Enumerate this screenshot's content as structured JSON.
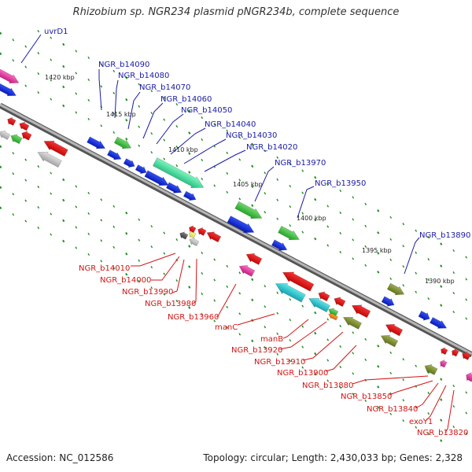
{
  "title": "Rhizobium sp. NGR234 plasmid pNGR234b, complete sequence",
  "footer": {
    "accession": "Accession: NC_012586",
    "topology": "Topology: circular; Length: 2,430,033 bp; Genes: 2,328"
  },
  "colors": {
    "backbone": "#8a8a8a",
    "label_upper": "#1a1aa6",
    "label_lower": "#d21414",
    "tick": "#1f8f1f"
  },
  "kbp_labels": [
    "1420 kbp",
    "1415 kbp",
    "1410 kbp",
    "1405 kbp",
    "1400 kbp",
    "1395 kbp",
    "1390 kbp"
  ],
  "upper_labels": [
    "uvrD1",
    "NGR_b14090",
    "NGR_b14080",
    "NGR_b14070",
    "NGR_b14060",
    "NGR_b14050",
    "NGR_b14040",
    "NGR_b14030",
    "NGR_b14020",
    "NGR_b13970",
    "NGR_b13950",
    "NGR_b13890"
  ],
  "lower_labels": [
    "NGR_b14010",
    "NGR_b14000",
    "NGR_b13990",
    "NGR_b13980",
    "NGR_b13960",
    "manC",
    "manB",
    "NGR_b13920",
    "NGR_b13910",
    "NGR_b13900",
    "NGR_b13880",
    "NGR_b13850",
    "NGR_b13840",
    "exoY1",
    "NGR_b13820"
  ]
}
